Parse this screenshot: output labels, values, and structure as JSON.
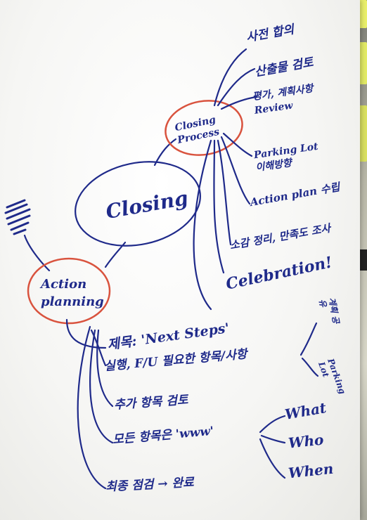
{
  "mindmap": {
    "root": "Action planning",
    "branches": [
      {
        "label": "Closing",
        "sub": {
          "label": "Closing Process",
          "items": [
            "사전 합의",
            "산출물 검토",
            "평가, 계획사항 Review",
            "Parking Lot 이해방향",
            "Action plan 수립",
            "소감 정리, 만족도 조사",
            "Celebration!"
          ]
        }
      }
    ],
    "action_items": [
      "제목: 'Next Steps'",
      "실행, F/U 필요한 항목/사항",
      "추가 항목 검토",
      "모든 항목은 'www'",
      "최종 점검 → 완료"
    ],
    "side_notes": [
      "계획 공유",
      "Parking Lot"
    ],
    "www": [
      "What",
      "Who",
      "When"
    ]
  },
  "colors": {
    "ink_blue": "#1f2a8a",
    "circle_red": "#d9533e",
    "paper": "#f6f6f4",
    "sticky_yellow": "#e9ef6a"
  }
}
